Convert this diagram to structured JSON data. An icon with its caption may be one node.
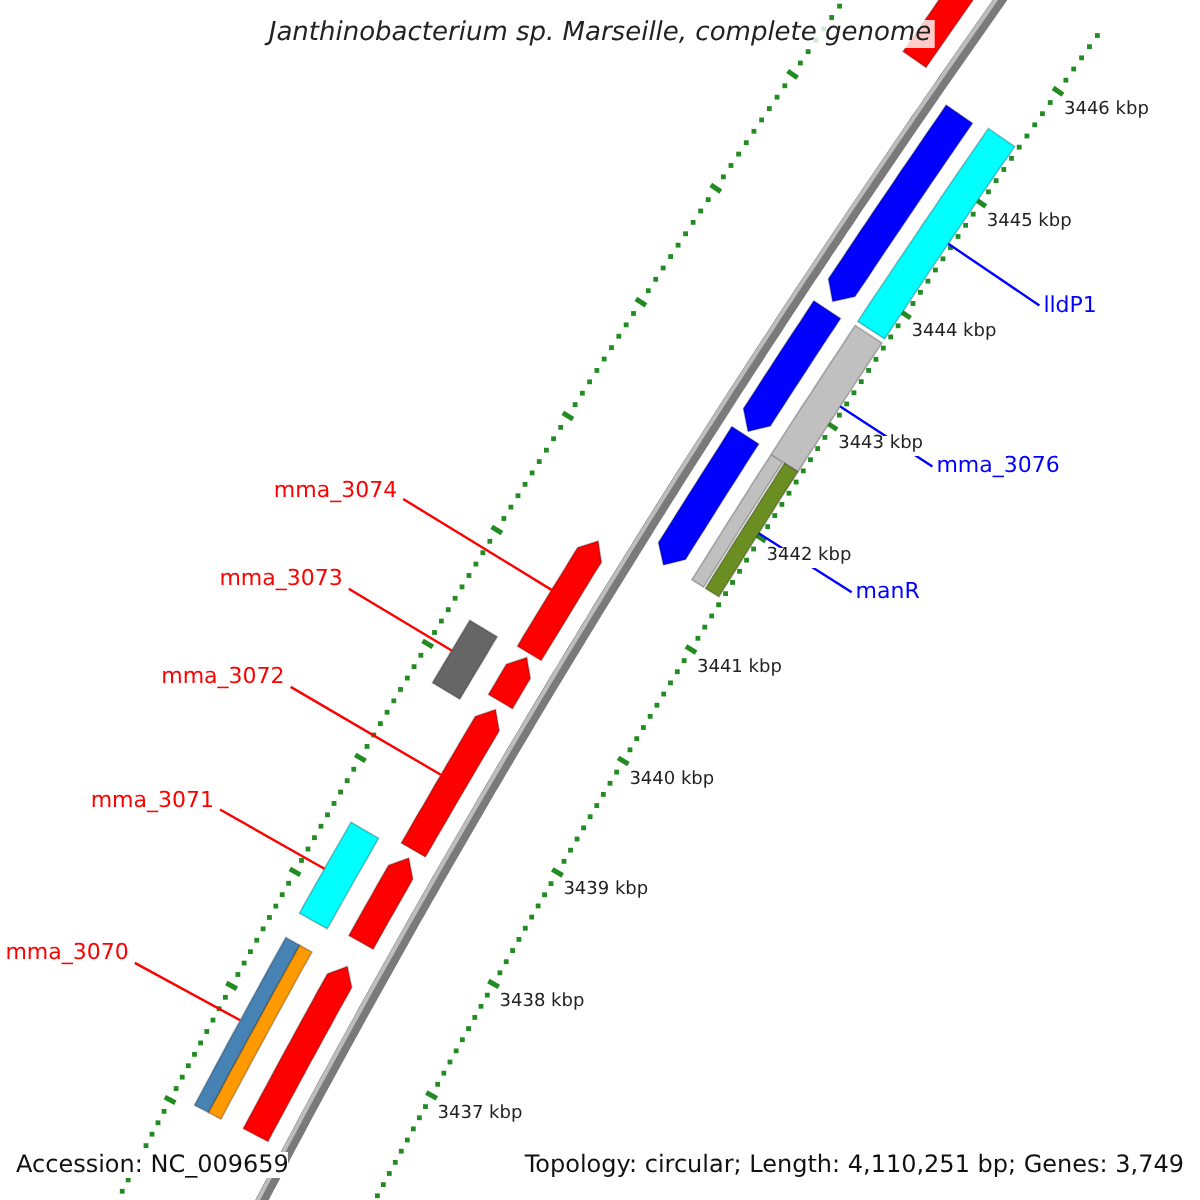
{
  "diagram": {
    "title": "Janthinobacterium sp. Marseille, complete genome",
    "nodes": [
      {
        "text": [
          "mma_3074"
        ]
      },
      {
        "text": [
          "mma_3073"
        ]
      },
      {
        "text": [
          "mma_3072"
        ]
      },
      {
        "text": [
          "mma_3071"
        ]
      },
      {
        "text": [
          "mma_3070"
        ]
      },
      {
        "text": [
          "lldP1"
        ]
      },
      {
        "text": [
          "mma_3076"
        ]
      },
      {
        "text": [
          "manR"
        ]
      },
      {
        "text": [],
        "shape": "arrow"
      },
      {
        "text": [],
        "shape": "bar"
      },
      {
        "text": [],
        "shape": "arrow"
      },
      {
        "text": [],
        "shape": "bar"
      },
      {
        "text": [],
        "shape": "bar"
      },
      {
        "text": [],
        "shape": "bar"
      },
      {
        "text": [],
        "shape": "bar"
      },
      {
        "text": [],
        "shape": "bar"
      },
      {
        "text": [],
        "shape": "arrow"
      },
      {
        "text": [],
        "shape": "arrow"
      },
      {
        "text": [],
        "shape": "arrow"
      },
      {
        "text": [],
        "shape": "arrow"
      },
      {
        "text": [],
        "shape": "bar"
      },
      {
        "text": [],
        "shape": "arrow"
      },
      {
        "text": [],
        "shape": "arrow"
      },
      {
        "text": [],
        "shape": "arrow"
      }
    ],
    "edges": [
      {
        "from": 0,
        "to": 8,
        "arrow": "none"
      },
      {
        "from": 1,
        "to": 9,
        "arrow": "none"
      },
      {
        "from": 2,
        "to": 10,
        "arrow": "none"
      },
      {
        "from": 3,
        "to": 11,
        "arrow": "none"
      },
      {
        "from": 4,
        "to": 12,
        "arrow": "none"
      },
      {
        "from": 5,
        "to": 13,
        "arrow": "none",
        "color": "#0000ff"
      },
      {
        "from": 6,
        "to": 14,
        "arrow": "none",
        "color": "#0000ff"
      },
      {
        "from": 7,
        "to": 15,
        "arrow": "none",
        "color": "#0000ff"
      }
    ],
    "labels": [
      "3446 kbp",
      "3445 kbp",
      "3444 kbp",
      "3443 kbp",
      "3442 kbp",
      "3441 kbp",
      "3440 kbp",
      "3439 kbp",
      "3438 kbp",
      "3437 kbp",
      "Accession: NC_009659",
      "Topology: circular; Length: 4,110,251 bp; Genes: 3,749"
    ]
  }
}
